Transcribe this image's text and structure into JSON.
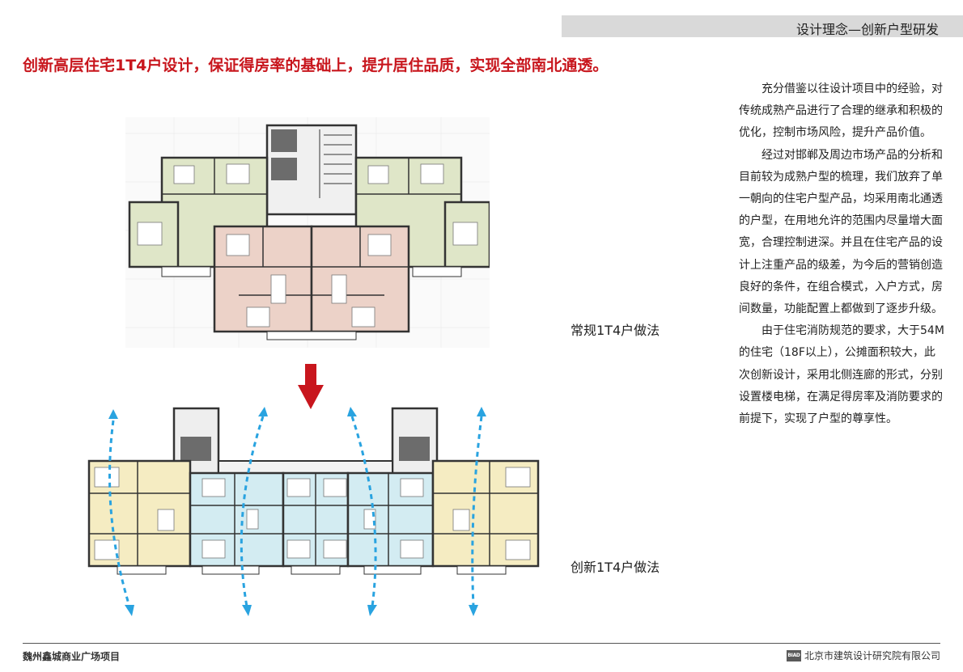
{
  "header": {
    "title": "设计理念—创新户型研发"
  },
  "headline": "创新高层住宅1T4户设计，保证得房率的基础上，提升居住品质，实现全部南北通透。",
  "plans": {
    "conventional_label": "常规1T4户做法",
    "innovative_label": "创新1T4户做法"
  },
  "body_paragraphs": [
    "充分借鉴以往设计项目中的经验，对传统成熟产品进行了合理的继承和积极的优化，控制市场风险，提升产品价值。",
    "经过对邯郸及周边市场产品的分析和目前较为成熟户型的梳理，我们放弃了单一朝向的住宅户型产品，均采用南北通透的户型，在用地允许的范围内尽量增大面宽，合理控制进深。并且在住宅产品的设计上注重产品的级差，为今后的营销创造良好的条件，在组合模式，入户方式，房间数量，功能配置上都做到了逐步升级。",
    "由于住宅消防规范的要求，大于54M的住宅（18F以上），公摊面积较大，此次创新设计，采用北侧连廊的形式，分别设置楼电梯，在满足得房率及消防要求的前提下，实现了户型的尊享性。"
  ],
  "footer": {
    "project_name": "魏州鑫城商业广场项目",
    "company": "北京市建筑设计研究院有限公司",
    "logo_text": "BIAD"
  },
  "colors": {
    "headline": "#c8161d",
    "header_bar": "#d9d9d9",
    "arrow": "#c8161d",
    "flow_arrows": "#29a3e0",
    "unit_green": "#dfe6c8",
    "unit_pink": "#ecd2c8",
    "unit_yellow": "#f5ecc2",
    "unit_blue": "#d3ecf2"
  }
}
